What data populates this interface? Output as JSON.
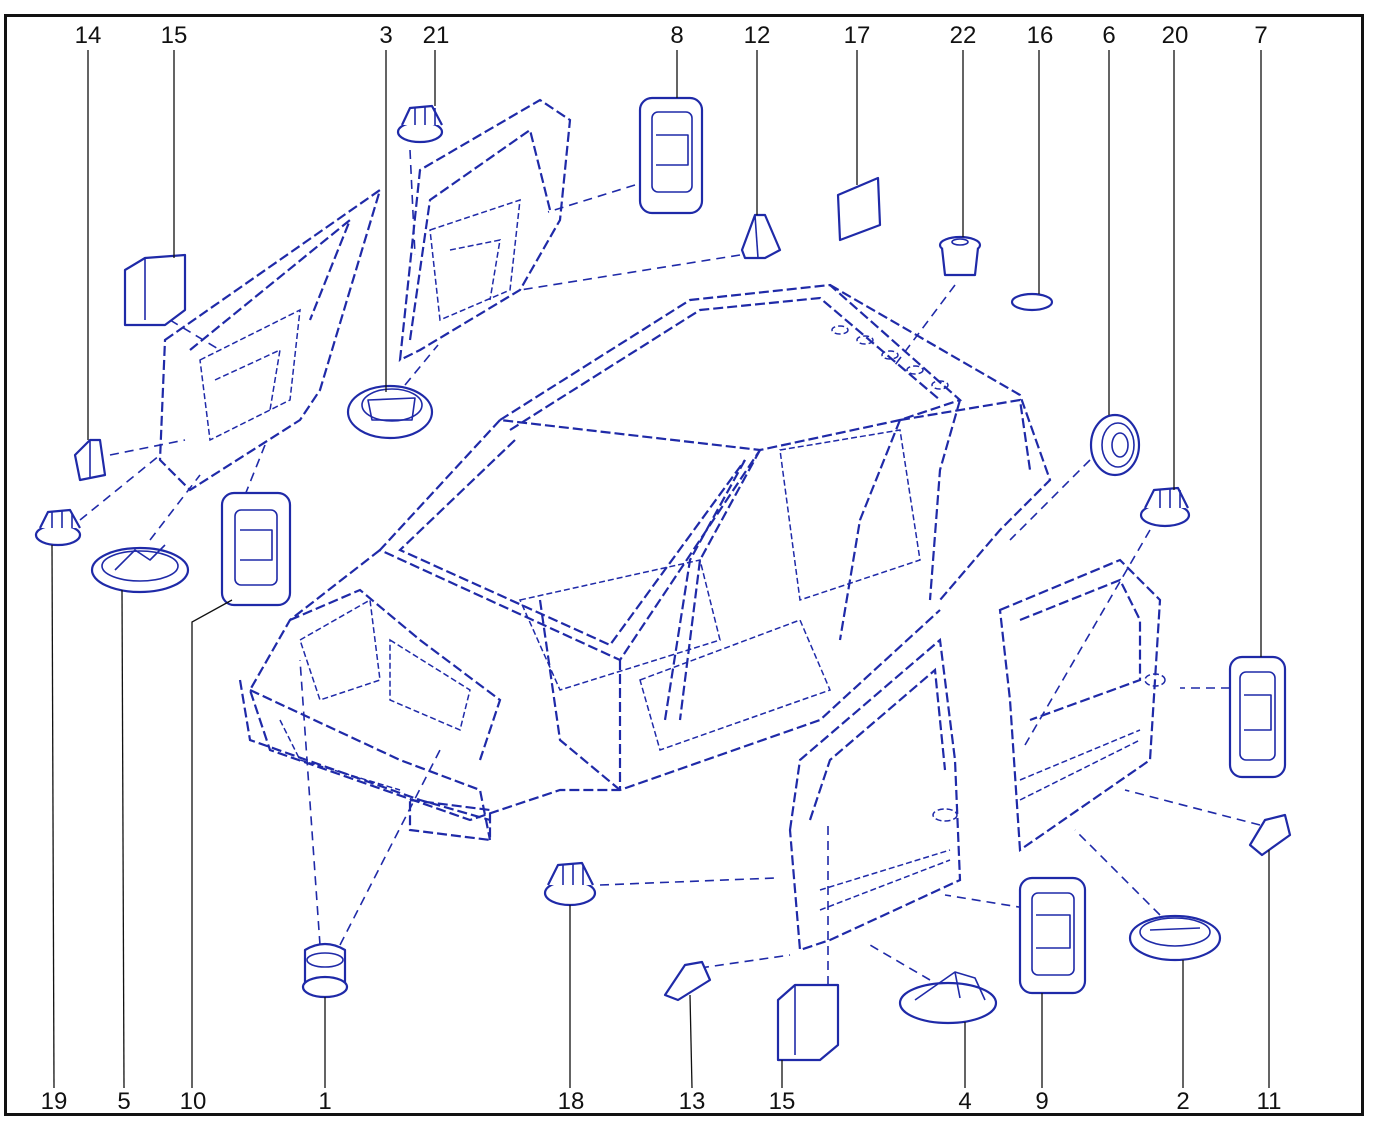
{
  "diagram": {
    "colors": {
      "line": "#1f2aa8",
      "frame": "#111111",
      "text": "#111111",
      "background": "#ffffff"
    },
    "top_callouts": [
      "14",
      "15",
      "3",
      "21",
      "8",
      "12",
      "17",
      "22",
      "16",
      "6",
      "20",
      "7"
    ],
    "bottom_callouts": [
      "19",
      "5",
      "10",
      "1",
      "18",
      "13",
      "15",
      "4",
      "9",
      "2",
      "11"
    ],
    "parts": [
      {
        "id": "15",
        "shape": "pad"
      },
      {
        "id": "14",
        "shape": "clip"
      },
      {
        "id": "19",
        "shape": "grommet"
      },
      {
        "id": "5",
        "shape": "seal-plug"
      },
      {
        "id": "10",
        "shape": "handle-cover"
      },
      {
        "id": "3",
        "shape": "oval-plug"
      },
      {
        "id": "21",
        "shape": "grommet"
      },
      {
        "id": "8",
        "shape": "handle-cover"
      },
      {
        "id": "12",
        "shape": "clip"
      },
      {
        "id": "17",
        "shape": "square-patch"
      },
      {
        "id": "22",
        "shape": "push-clip"
      },
      {
        "id": "16",
        "shape": "o-ring"
      },
      {
        "id": "6",
        "shape": "round-plug"
      },
      {
        "id": "20",
        "shape": "grommet"
      },
      {
        "id": "7",
        "shape": "handle-cover"
      },
      {
        "id": "11",
        "shape": "clip"
      },
      {
        "id": "2",
        "shape": "oval-plug"
      },
      {
        "id": "9",
        "shape": "handle-cover"
      },
      {
        "id": "4",
        "shape": "seal-plug"
      },
      {
        "id": "15",
        "shape": "pad"
      },
      {
        "id": "13",
        "shape": "clip"
      },
      {
        "id": "18",
        "shape": "grommet"
      },
      {
        "id": "1",
        "shape": "cap"
      }
    ]
  }
}
